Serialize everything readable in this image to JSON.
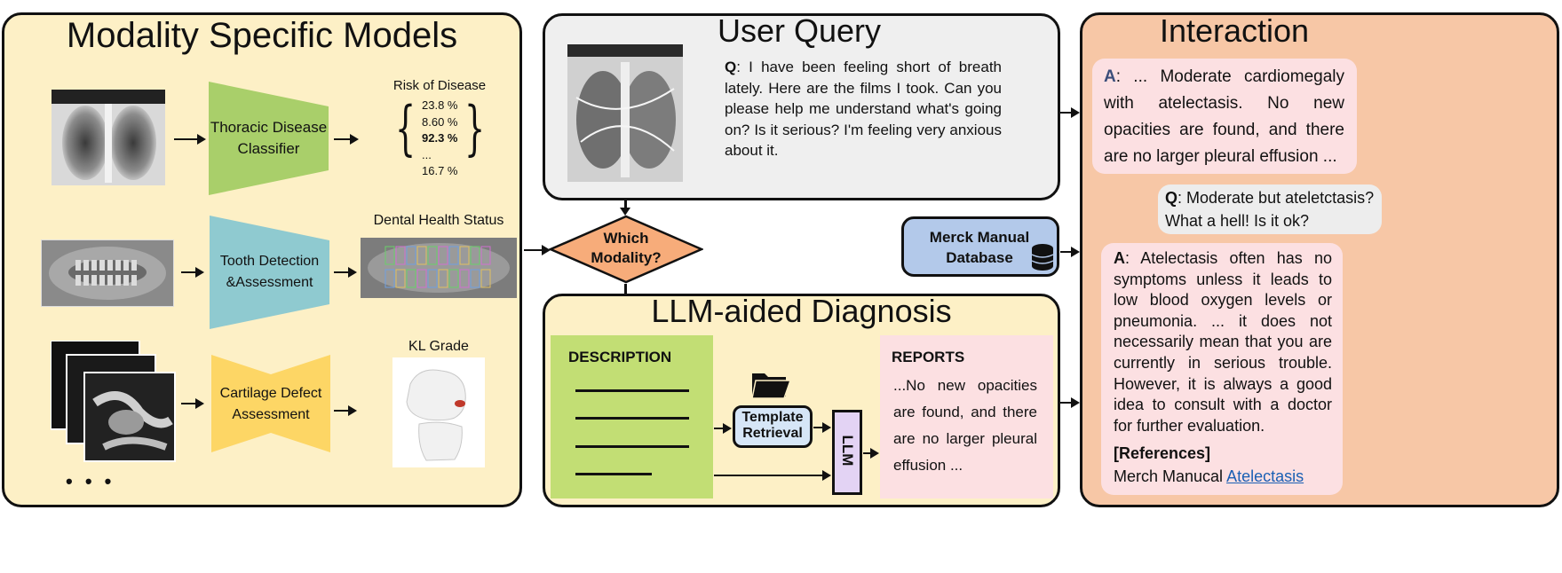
{
  "modality_panel": {
    "title": "Modality Specific Models",
    "rows": [
      {
        "model": "Thoracic Disease Classifier",
        "model_lines": [
          "Thoracic Disease",
          "Classifier"
        ],
        "output_title": "Risk of Disease",
        "values": [
          "23.8 %",
          "8.60 %",
          "92.3 %",
          "...",
          "16.7 %"
        ]
      },
      {
        "model": "Tooth Detection &Assessment",
        "model_lines": [
          "Tooth Detection",
          "&Assessment"
        ],
        "output_title": "Dental Health Status"
      },
      {
        "model": "Cartilage Defect Assessment",
        "model_lines": [
          "Cartilage Defect",
          "Assessment"
        ],
        "output_title": "KL Grade"
      }
    ],
    "more": "• • •"
  },
  "query_panel": {
    "title": "User Query",
    "question_prefix": "Q",
    "question": ": I have been feeling short of breath lately. Here are the films I took. Can you please help me understand what's going on? Is it serious? I'm feeling very anxious about it."
  },
  "decision": {
    "line1": "Which",
    "line2": "Modality?"
  },
  "database": {
    "line1": "Merck Manual",
    "line2": "Database"
  },
  "diagnosis_panel": {
    "title": "LLM-aided Diagnosis",
    "description_label": "DESCRIPTION",
    "template_line1": "Template",
    "template_line2": "Retrieval",
    "llm_label": "LLM",
    "reports_label": "REPORTS",
    "reports_text": "...No new opacities are found, and there are no larger pleural effusion ..."
  },
  "interaction_panel": {
    "title": "Interaction",
    "a1_prefix": "A",
    "a1_text": ": ... Moderate cardiomegaly with atelectasis. No new opacities are found, and there are no larger pleural effusion ...",
    "q2_prefix": "Q",
    "q2_text": ": Moderate but ateletctasis? What a hell! Is it ok?",
    "a2_prefix": "A",
    "a2_text": ": Atelectasis often has no symptoms unless it leads to low blood oxygen levels or pneumonia. ... it does not necessarily mean that you are currently in serious trouble. However, it is always a good idea to consult with a doctor for further evaluation.",
    "references_label": "[References]",
    "ref_prefix": "Merch Manucal ",
    "ref_link": "Atelectasis"
  },
  "colors": {
    "modality_bg": "#fdf0c6",
    "query_bg": "#efefef",
    "interaction_bg": "#f7c7a6",
    "bubble_bg": "#fce0e2",
    "thoracic": "#a9cf6a",
    "tooth": "#8fcad0",
    "cartilage": "#fdd665",
    "decision": "#f7ac7a",
    "database": "#b3c9ea",
    "description": "#c2de74",
    "template": "#d6e6f7",
    "llm": "#e3d3f4"
  }
}
